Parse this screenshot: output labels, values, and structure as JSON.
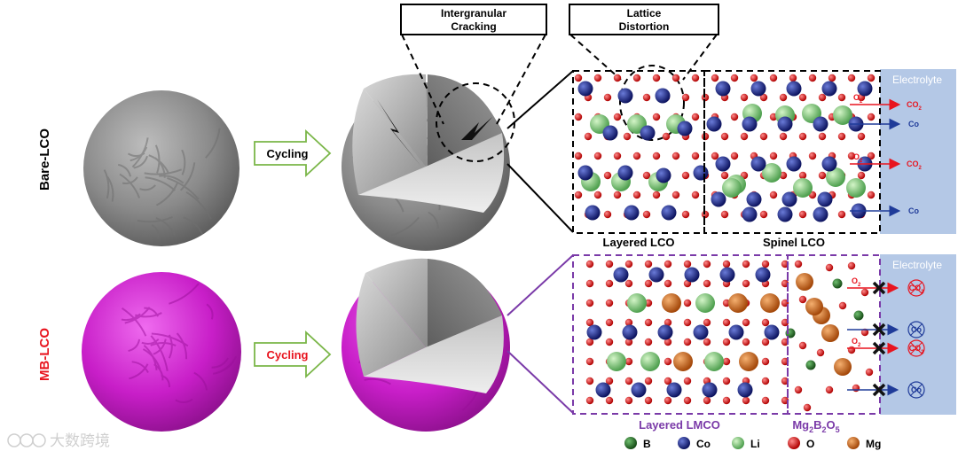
{
  "rows": {
    "top": {
      "label": "Bare-LCO",
      "color": "#000000"
    },
    "bottom": {
      "label": "MB-LCO",
      "color": "#e8141e"
    }
  },
  "arrows": {
    "top_label": "Cycling",
    "bottom_label": "Cycling"
  },
  "callouts": {
    "cracking": {
      "line1": "Intergranular",
      "line2": "Cracking"
    },
    "distortion": {
      "line1": "Lattice",
      "line2": "Distortion"
    }
  },
  "top_panel": {
    "layered": "Layered LCO",
    "spinel": "Spinel LCO",
    "electrolyte": "Electrolyte",
    "reactions": [
      {
        "species": "O",
        "sub": "2",
        "product": "CO",
        "product_sub": "2"
      },
      {
        "species": "Co"
      },
      {
        "species": "O",
        "sub": "2",
        "product": "CO",
        "product_sub": "2"
      },
      {
        "species": "Co"
      }
    ]
  },
  "bottom_panel": {
    "layered": "Layered LMCO",
    "coating": {
      "m1": "Mg",
      "s1": "2",
      "m2": "B",
      "s2": "2",
      "m3": "O",
      "s3": "5"
    },
    "electrolyte": "Electrolyte",
    "blocked": [
      {
        "species": "O",
        "sub": "2",
        "product": "CO",
        "product_sub": "2"
      },
      {
        "species": "Co"
      },
      {
        "species": "O",
        "sub": "2",
        "product": "CO",
        "product_sub": "2"
      },
      {
        "species": "Co"
      }
    ]
  },
  "legend": [
    {
      "symbol": "B",
      "color": "#2d6a2d"
    },
    {
      "symbol": "Co",
      "color": "#1a237e"
    },
    {
      "symbol": "Li",
      "color": "#7ed07e"
    },
    {
      "symbol": "O",
      "color": "#e31b1b"
    },
    {
      "symbol": "Mg",
      "color": "#d2691e"
    }
  ],
  "watermark": "大数跨境",
  "colors": {
    "bare": "#8a8a8a",
    "mb": "#c81ec8",
    "electrolyte": "#b4c8e6",
    "purple": "#7a3aa8",
    "red": "#e8141e",
    "blue": "#1f3b99",
    "arrow_green": "#7ab648"
  }
}
